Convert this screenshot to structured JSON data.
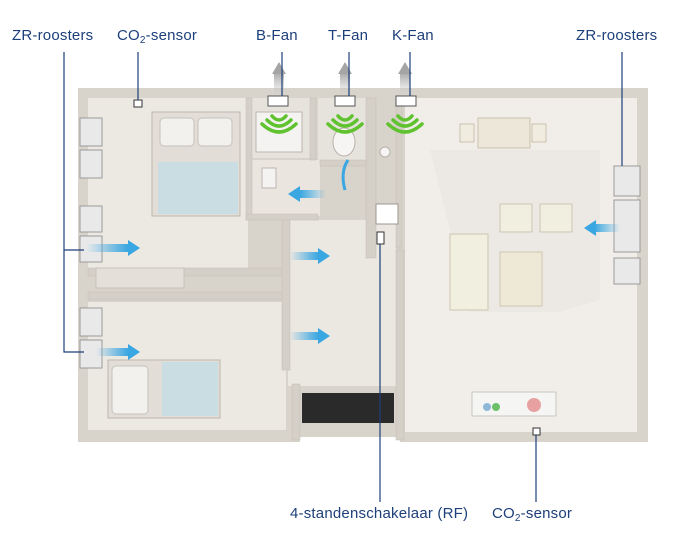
{
  "labels": {
    "zr_left": "ZR-roosters",
    "co2_top": {
      "prefix": "CO",
      "sub": "2",
      "suffix": "-sensor"
    },
    "b_fan": "B-Fan",
    "t_fan": "T-Fan",
    "k_fan": "K-Fan",
    "zr_right": "ZR-roosters",
    "switch": "4-standenschakelaar (RF)",
    "co2_bottom": {
      "prefix": "CO",
      "sub": "2",
      "suffix": "-sensor"
    }
  },
  "colors": {
    "label_text": "#1d3f7a",
    "leader_line": "#1d3f7a",
    "fan_arc": "#5fc22e",
    "airflow_arrow": "#3aa7e2",
    "floor": "#ede9e3",
    "wall": "#d8d3cb",
    "bed_sheet": "#c9dde3"
  },
  "icons": {
    "fan": "wifi-arc-icon",
    "airflow": "airflow-arrow-icon",
    "exhaust": "exhaust-up-arrow-icon",
    "window_vent": "window-grille-icon"
  }
}
